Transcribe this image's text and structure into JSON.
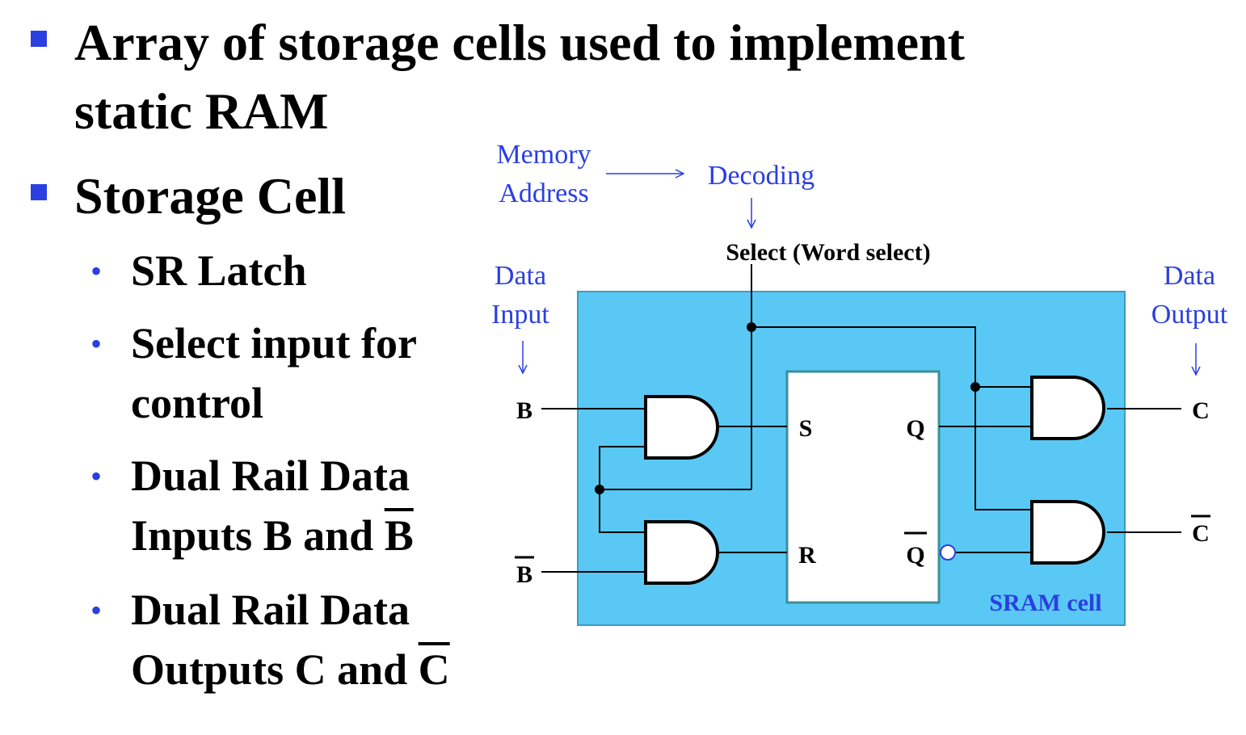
{
  "bullets": [
    {
      "line1": "Array of storage cells used to implement",
      "line2": "static RAM"
    },
    {
      "text": "Storage Cell"
    }
  ],
  "sub_bullets": [
    {
      "lines": [
        "SR Latch"
      ]
    },
    {
      "lines": [
        "Select input for",
        "control"
      ]
    },
    {
      "line1": "Dual Rail Data",
      "line2_prefix": "Inputs B and ",
      "line2_bar": "B"
    },
    {
      "line1": "Dual Rail Data",
      "line2_prefix": "Outputs C and ",
      "line2_bar": "C"
    }
  ],
  "diagram": {
    "memory_address": [
      "Memory",
      "Address"
    ],
    "decoding": "Decoding",
    "select_label": "Select (Word select)",
    "data_input": [
      "Data",
      "Input"
    ],
    "data_output": [
      "Data",
      "Output"
    ],
    "input_b": "B",
    "input_b_bar": "B",
    "output_c": "C",
    "output_c_bar": "C",
    "latch_s": "S",
    "latch_r": "R",
    "latch_q": "Q",
    "latch_q_bar": "Q",
    "cell_label": "SRAM cell",
    "colors": {
      "cell_fill": "#5ac8f5",
      "cell_border": "#3a9cc4",
      "latch_border": "#3a8f9a",
      "annotation": "#2b3fe0",
      "cell_label": "#2b3fe0",
      "bullet": "#2b3fe0"
    }
  }
}
